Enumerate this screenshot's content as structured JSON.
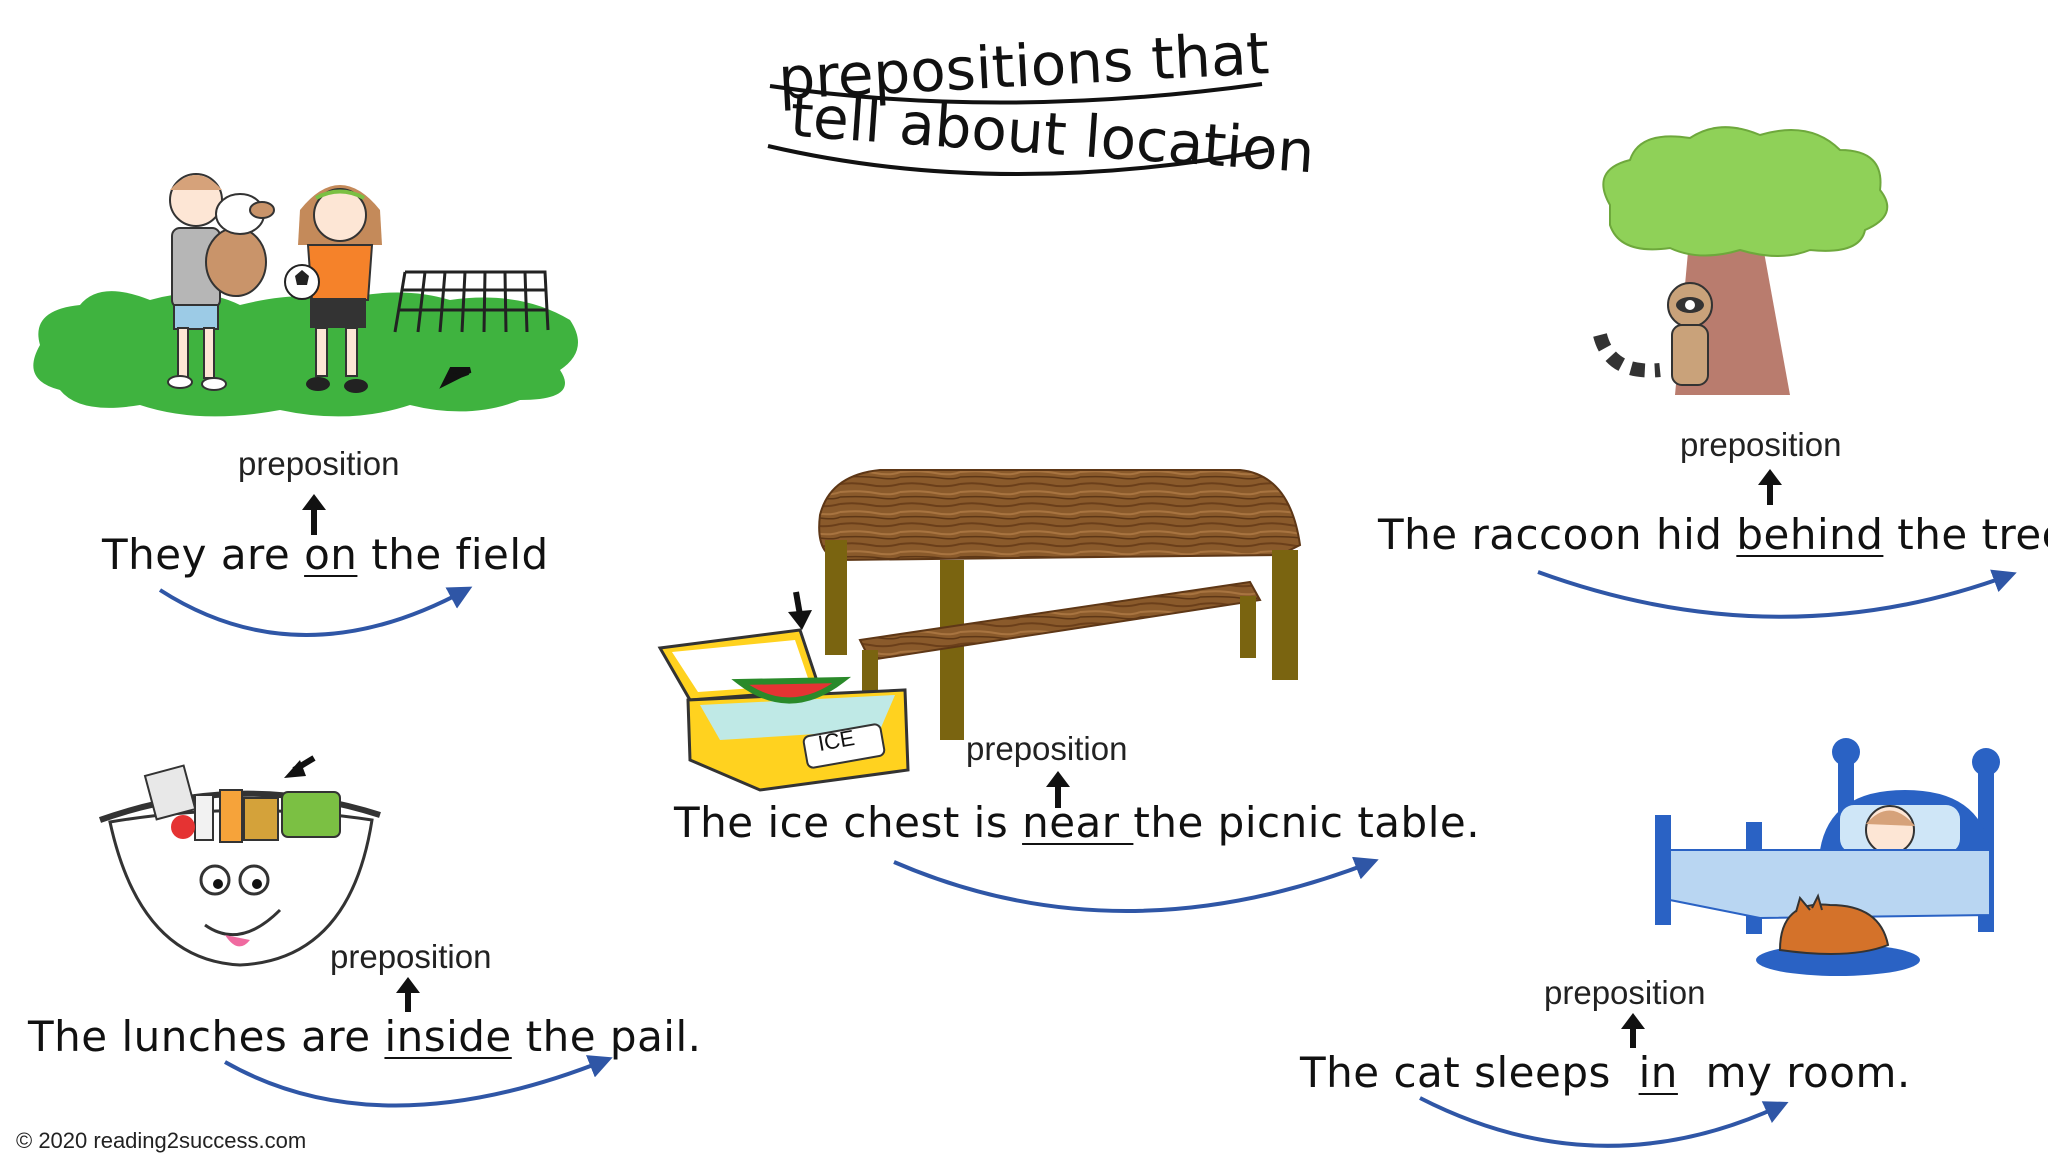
{
  "title": {
    "line1": "prepositions that",
    "line2": "tell about location"
  },
  "preposition_label": "preposition",
  "sentences": {
    "field": {
      "before": "They are ",
      "prep": "on",
      "after": " the field"
    },
    "tree": {
      "before": "The raccoon hid ",
      "prep": "behind",
      "after": " the tree."
    },
    "table": {
      "before": "The ice chest is ",
      "prep": "near ",
      "after": "the picnic table."
    },
    "pail": {
      "before": "The lunches are ",
      "prep": "inside",
      "after": " the pail."
    },
    "room": {
      "before": "The cat sleeps  ",
      "prep": "in",
      "after": "  my room."
    }
  },
  "ice_label": "ICE",
  "copyright": "© 2020 reading2success.com"
}
